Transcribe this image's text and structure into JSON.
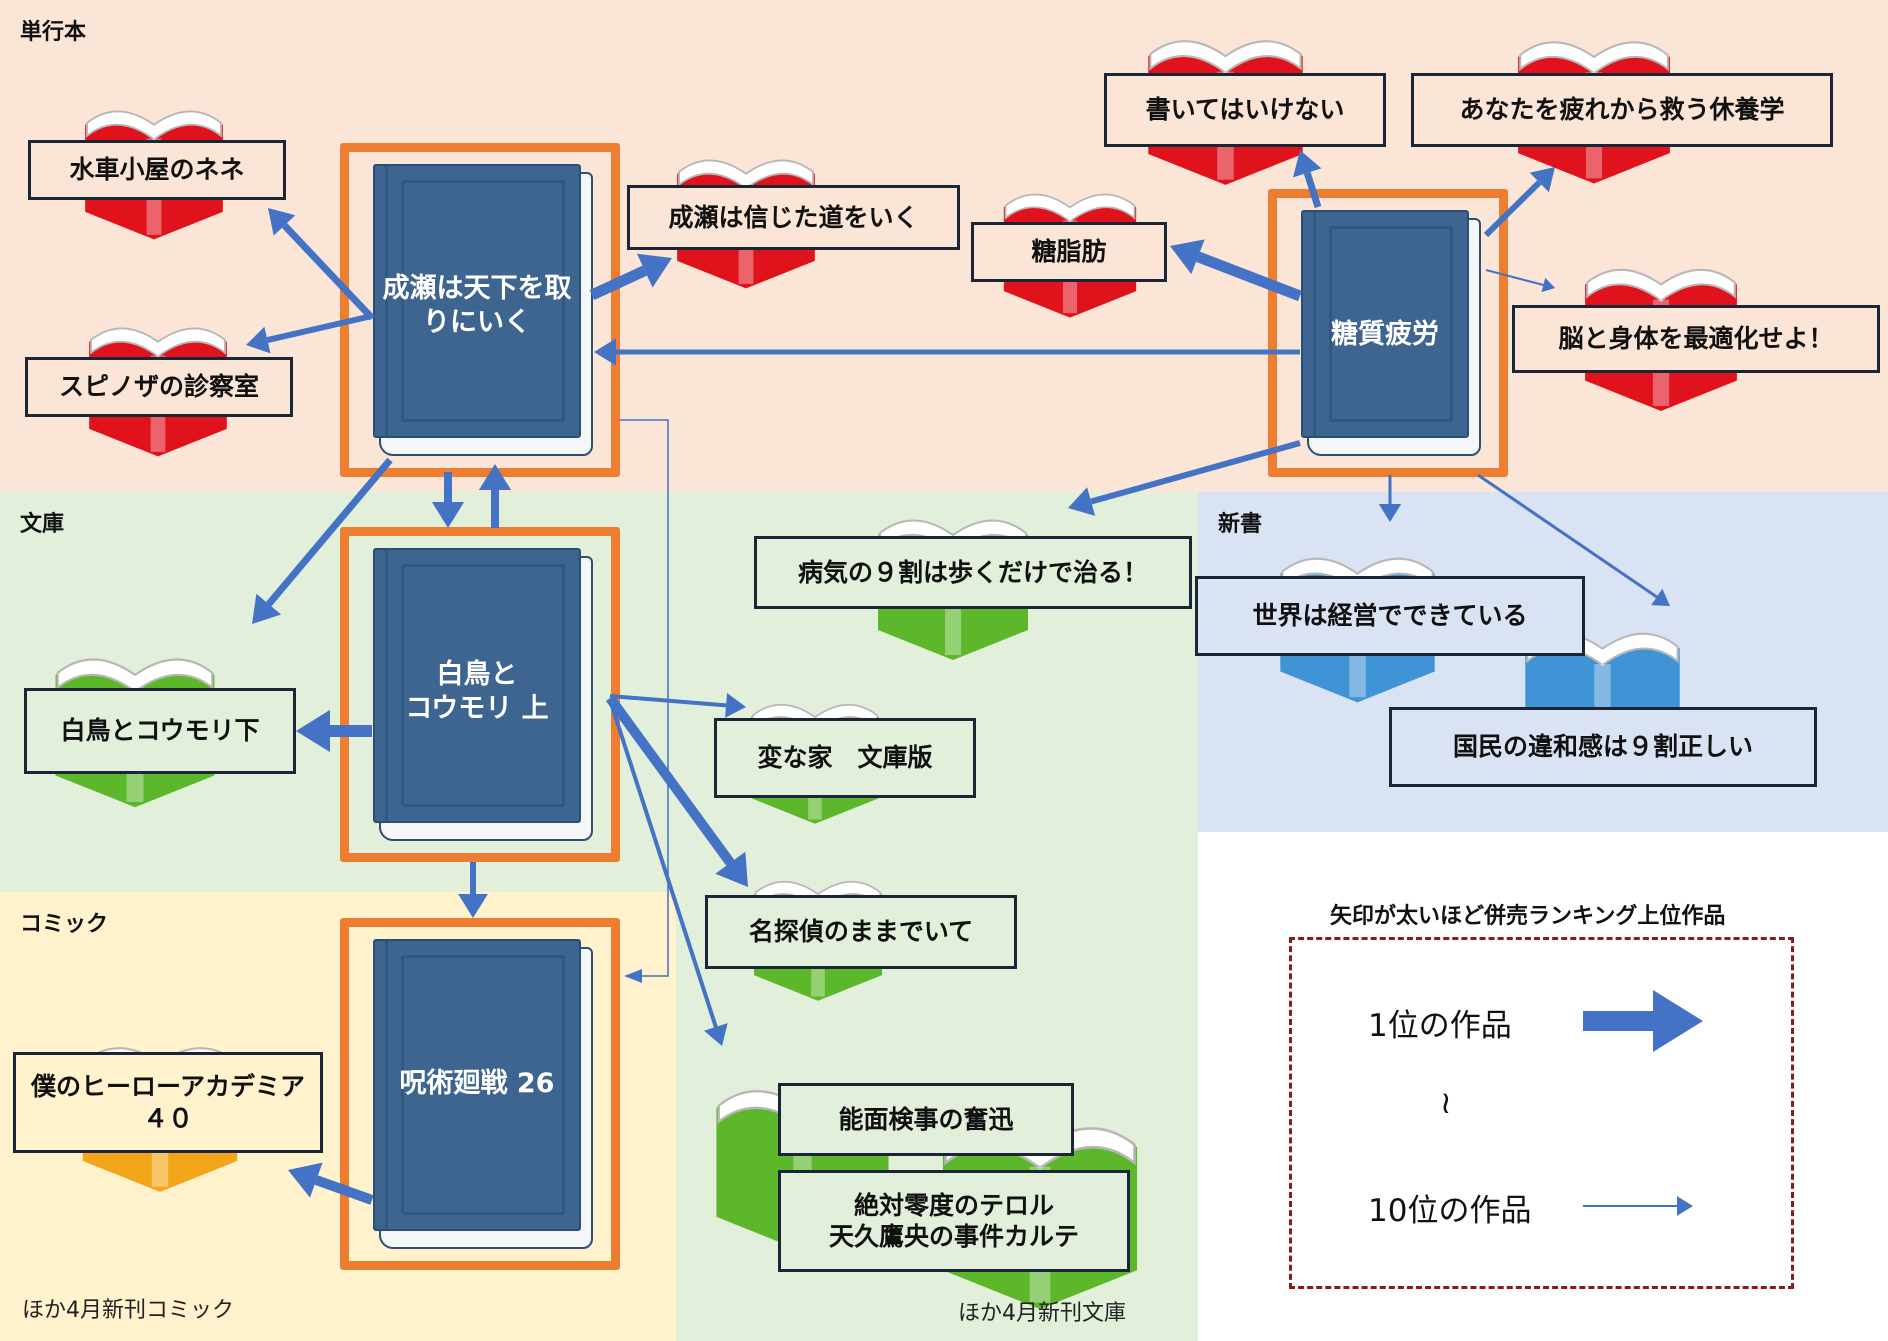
{
  "sections": {
    "tankobon": "単行本",
    "bunko": "文庫",
    "shinsho": "新書",
    "comic": "コミック"
  },
  "colors": {
    "tankobon_bg": "#fbe5d6",
    "bunko_bg": "#e2efda",
    "shinsho_bg": "#dae3f3",
    "comic_bg": "#fff2cc",
    "arrow": "#4472c4",
    "highlight_border": "#ed7d31",
    "legend_border": "#8b1a1a",
    "book_red": "#e0121c",
    "book_green": "#5cb82a",
    "book_blue": "#3f94d6",
    "book_orange": "#f3a51a"
  },
  "featured": {
    "naruse": "成瀬は天下を取りにいく",
    "tohshitsu": "糖質疲労",
    "shiratori": "白鳥とコウモリ 上",
    "jujutsu": "呪術廻戦 26"
  },
  "featured_lines": {
    "naruse": [
      "成瀬は天下を取",
      "りにいく"
    ],
    "tohshitsu": [
      "糖質疲労"
    ],
    "shiratori": [
      "白鳥と",
      "コウモリ 上"
    ],
    "jujutsu": [
      "呪術廻戦 26"
    ]
  },
  "related": {
    "suisha": "水車小屋のネネ",
    "spinoza": "スピノザの診察室",
    "naruse2": "成瀬は信じた道をいく",
    "toshibo": "糖脂肪",
    "kaite": "書いてはいけない",
    "kyuyo": "あなたを疲れから救う休養学",
    "nou": "脳と身体を最適化せよ！",
    "byoki": "病気の９割は歩くだけで治る！",
    "sekai": "世界は経営でできている",
    "kokumin": "国民の違和感は９割正しい",
    "shiratori_ge": "白鳥とコウモリ下",
    "henna": "変な家　文庫版",
    "meitantei": "名探偵のままでいて",
    "nomen": "能面検事の奮迅",
    "zettai_1": "絶対零度のテロル",
    "zettai_2": "天久鷹央の事件カルテ",
    "heroaca_1": "僕のヒーローアカデミア",
    "heroaca_2": "４０"
  },
  "footnotes": {
    "comic": "ほか4月新刊コミック",
    "bunko": "ほか4月新刊文庫"
  },
  "legend": {
    "title": "矢印が太いほど併売ランキング上位作品",
    "rank1": "1位の作品",
    "tilde": "≀",
    "rank10": "10位の作品"
  },
  "links": [
    {
      "from": "成瀬は天下を取りにいく",
      "to": "水車小屋のネネ",
      "strength": "high"
    },
    {
      "from": "成瀬は天下を取りにいく",
      "to": "スピノザの診察室",
      "strength": "medium"
    },
    {
      "from": "成瀬は天下を取りにいく",
      "to": "成瀬は信じた道をいく",
      "strength": "highest"
    },
    {
      "from": "成瀬は天下を取りにいく",
      "to": "白鳥とコウモリ下",
      "strength": "high"
    },
    {
      "from": "成瀬は天下を取りにいく",
      "to": "白鳥とコウモリ 上",
      "strength": "high"
    },
    {
      "from": "成瀬は天下を取りにいく",
      "to": "呪術廻戦 26",
      "strength": "lowest"
    },
    {
      "from": "糖質疲労",
      "to": "糖脂肪",
      "strength": "highest"
    },
    {
      "from": "糖質疲労",
      "to": "書いてはいけない",
      "strength": "high"
    },
    {
      "from": "糖質疲労",
      "to": "あなたを疲れから救う休養学",
      "strength": "high"
    },
    {
      "from": "糖質疲労",
      "to": "脳と身体を最適化せよ！",
      "strength": "low"
    },
    {
      "from": "糖質疲労",
      "to": "成瀬は天下を取りにいく",
      "strength": "medium"
    },
    {
      "from": "糖質疲労",
      "to": "病気の９割は歩くだけで治る！",
      "strength": "medium"
    },
    {
      "from": "糖質疲労",
      "to": "世界は経営でできている",
      "strength": "low"
    },
    {
      "from": "糖質疲労",
      "to": "国民の違和感は９割正しい",
      "strength": "low"
    },
    {
      "from": "白鳥とコウモリ 上",
      "to": "成瀬は天下を取りにいく",
      "strength": "high"
    },
    {
      "from": "白鳥とコウモリ 上",
      "to": "白鳥とコウモリ下",
      "strength": "highest"
    },
    {
      "from": "白鳥とコウモリ 上",
      "to": "変な家　文庫版",
      "strength": "medium"
    },
    {
      "from": "白鳥とコウモリ 上",
      "to": "名探偵のままでいて",
      "strength": "highest"
    },
    {
      "from": "白鳥とコウモリ 上",
      "to": "能面検事の奮迅",
      "strength": "medium"
    },
    {
      "from": "白鳥とコウモリ 上",
      "to": "呪術廻戦 26",
      "strength": "medium"
    },
    {
      "from": "呪術廻戦 26",
      "to": "僕のヒーローアカデミア ４０",
      "strength": "highest"
    }
  ]
}
